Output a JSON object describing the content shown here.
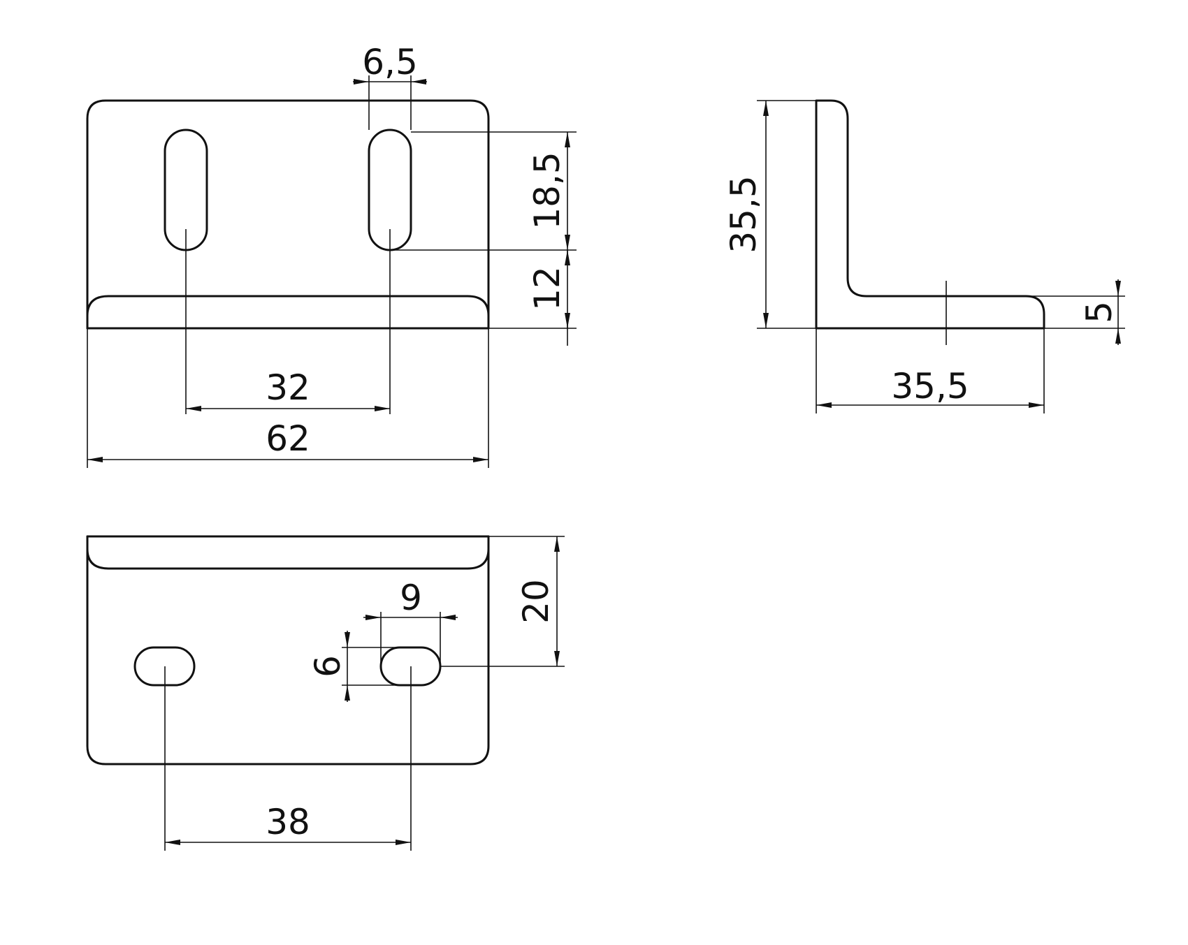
{
  "dimensions": {
    "hole_width_top": "6,5",
    "slot_length": "18,5",
    "slot_to_bend": "12",
    "slot_spacing_top": "32",
    "overall_width": "62",
    "side_height": "35,5",
    "side_depth": "35,5",
    "thickness": "5",
    "bottom_depth": "20",
    "slot_length_bottom": "9",
    "slot_width_bottom": "6",
    "slot_spacing_bottom": "38"
  },
  "colors": {
    "line": "#111111",
    "background": "#ffffff"
  }
}
